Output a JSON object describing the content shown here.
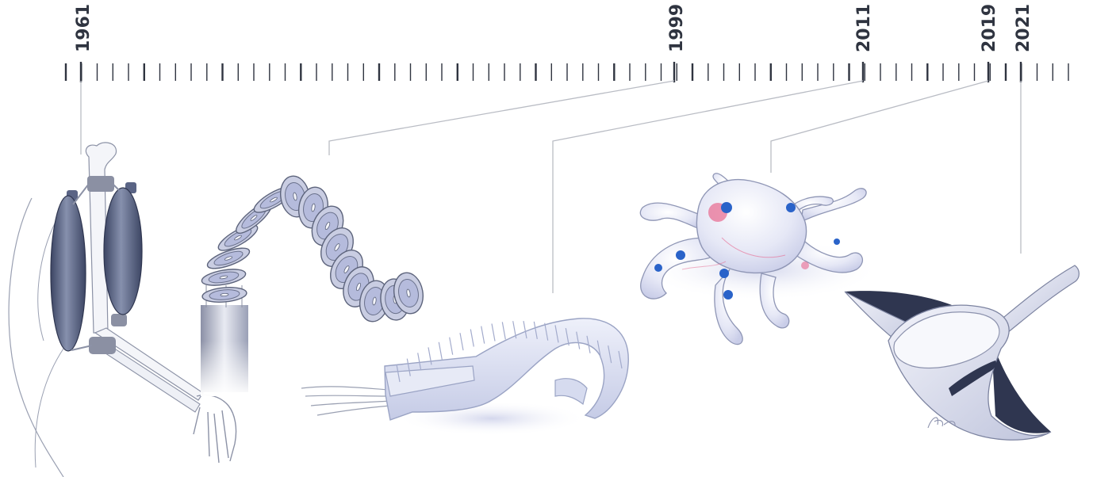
{
  "timeline": {
    "markers": [
      {
        "year": "1961",
        "subject": "pneumatic-muscle-arm"
      },
      {
        "year": "1999",
        "subject": "segmented-continuum-robot"
      },
      {
        "year": "2011",
        "subject": "soft-crawling-robot"
      },
      {
        "year": "2019",
        "subject": "octopus-soft-robot"
      },
      {
        "year": "2021",
        "subject": "manta-ray-robot"
      }
    ]
  },
  "colors": {
    "ink": "#2f3440",
    "leader": "#b9bcc4",
    "muscle": "#5a6485",
    "soft_body": "#dfe3f3",
    "accent_blue": "#2a63c9",
    "accent_pink": "#e8688f"
  },
  "signature": "AK"
}
